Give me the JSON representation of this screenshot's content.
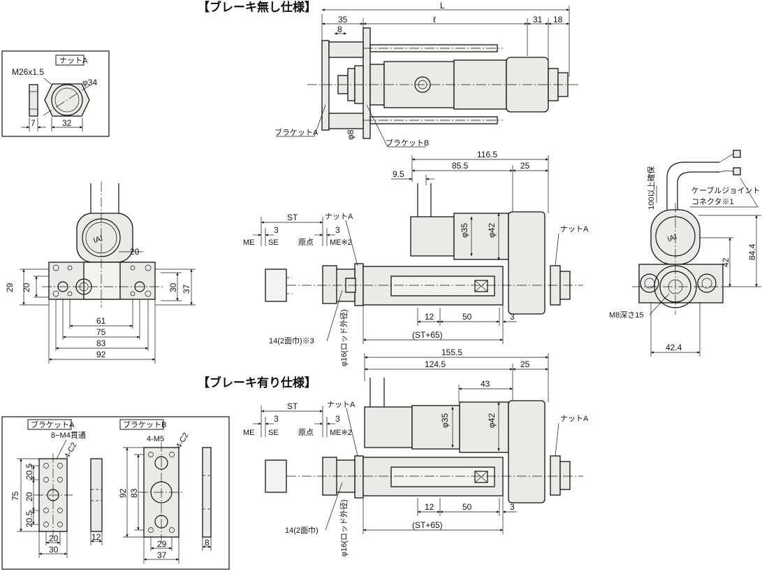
{
  "titles": {
    "no_brake": "【ブレーキ無し仕様】",
    "brake": "【ブレーキ有り仕様】"
  },
  "nut_detail": {
    "title": "ナットA",
    "thread": "M26x1.5",
    "dia": "φ34",
    "w1": "7",
    "w2": "32"
  },
  "top_view": {
    "L": "L",
    "d35": "35",
    "d8": "8",
    "l": "ℓ",
    "d31": "31",
    "d18": "18",
    "bracket_a": "ブラケットA",
    "bracket_b": "ブラケットB",
    "phi8": "φ8"
  },
  "front_left": {
    "d20a": "20",
    "d29": "29",
    "d20b": "20",
    "d30": "30",
    "d37": "37",
    "d61": "61",
    "d75": "75",
    "d83": "83",
    "d92": "92"
  },
  "side_nobrake": {
    "d1165": "116.5",
    "d95": "9.5",
    "d855": "85.5",
    "d25": "25",
    "ST": "ST",
    "nutA": "ナットA",
    "nutA_right": "ナットA",
    "d3a": "3",
    "d3b": "3",
    "ME": "ME",
    "SE": "SE",
    "origin": "原点",
    "ME2": "ME※2",
    "phi35": "φ35",
    "phi42": "φ42",
    "d12": "12",
    "d50": "50",
    "d3c": "3",
    "st65": "(ST+65)",
    "flat14": "14(2面巾)※3",
    "rod16": "φ16(ロッド外径)"
  },
  "right_view": {
    "cable": "100以上確保",
    "connector1": "ケーブルジョイント",
    "connector2": "コネクタ※1",
    "d42": "42",
    "d844": "84.4",
    "m8": "M8深さ15",
    "d424": "42.4",
    "logo": "IAI"
  },
  "side_brake": {
    "d1555": "155.5",
    "d1245": "124.5",
    "d25": "25",
    "d43": "43",
    "ST": "ST",
    "nutA": "ナットA",
    "nutA_right": "ナットA",
    "d3a": "3",
    "d3b": "3",
    "ME": "ME",
    "SE": "SE",
    "origin": "原点",
    "ME2": "ME※2",
    "phi35": "φ35",
    "phi42": "φ42",
    "d12": "12",
    "d50": "50",
    "d3c": "3",
    "st65": "(ST+65)",
    "flat14": "14(2面巾)",
    "rod16": "φ16(ロッド外径)"
  },
  "bracket_detail": {
    "title_a": "ブラケットA",
    "title_b": "ブラケットB",
    "holes_a": "8−M4貫通",
    "c2a": "4-C2",
    "holes_b": "4-M5",
    "c2b": "4-C2",
    "d75": "75",
    "d205a": "20.5",
    "d20": "20",
    "d205b": "20.5",
    "w20": "20",
    "w30": "30",
    "t12": "12",
    "d92": "92",
    "d83": "83",
    "w29": "29",
    "w37": "37",
    "t8": "8"
  }
}
